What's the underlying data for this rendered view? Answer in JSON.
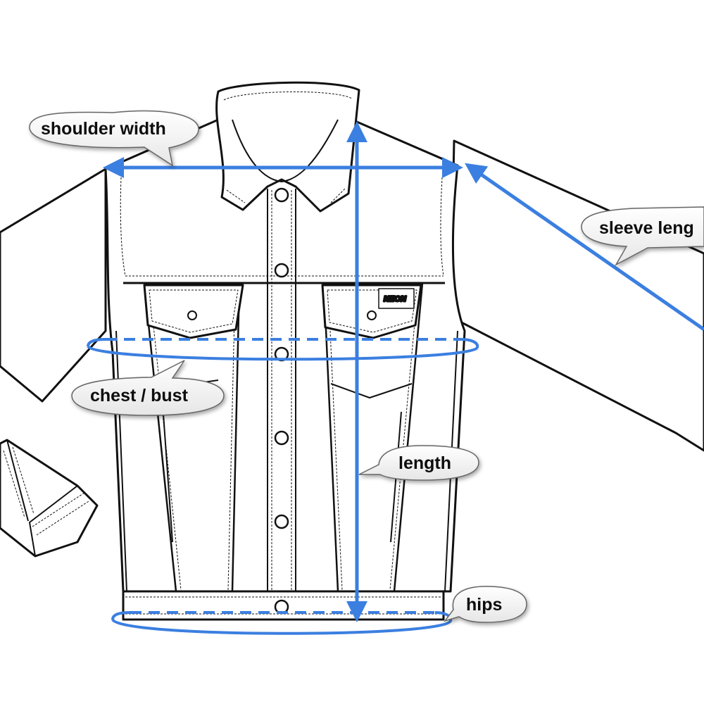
{
  "diagram": {
    "labels": {
      "shoulder_width": "shoulder width",
      "sleeve_length": "sleeve leng",
      "chest_bust": "chest / bust",
      "length": "length",
      "hips": "hips"
    },
    "tag_logo": "NEON",
    "colors": {
      "measure_line": "#3b7fe0",
      "outline": "#111111",
      "callout_fill": "#f4f4f4",
      "callout_stroke": "#555555",
      "background": "#ffffff"
    },
    "icons": [
      "jacket-drawing",
      "button-icon",
      "arrow-icon"
    ]
  }
}
